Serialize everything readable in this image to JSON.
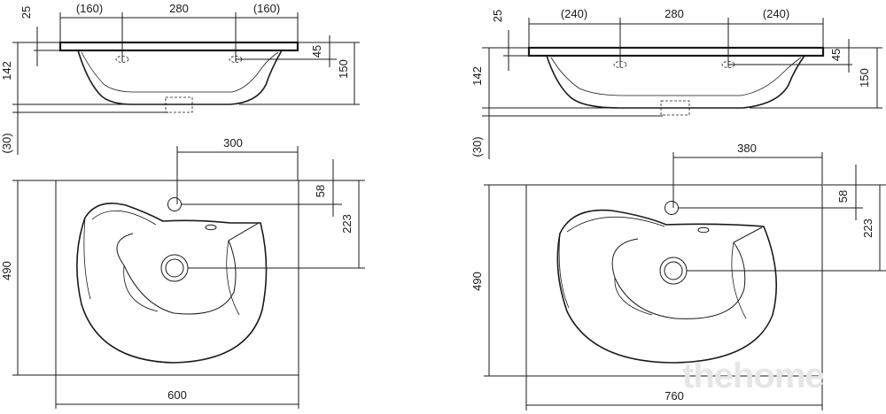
{
  "left": {
    "top_dims": [
      "(160)",
      "280",
      "(160)"
    ],
    "dim_25": "25",
    "dim_142": "142",
    "dim_45": "45",
    "dim_150": "150",
    "dim_30": "(30)",
    "dim_300": "300",
    "dim_58": "58",
    "dim_223": "223",
    "dim_490": "490",
    "dim_width": "600"
  },
  "right": {
    "top_dims": [
      "(240)",
      "280",
      "(240)"
    ],
    "dim_25": "25",
    "dim_142": "142",
    "dim_45": "45",
    "dim_150": "150",
    "dim_30": "(30)",
    "dim_380": "380",
    "dim_58": "58",
    "dim_223": "223",
    "dim_490": "490",
    "dim_width": "760"
  },
  "watermark": "thehome"
}
